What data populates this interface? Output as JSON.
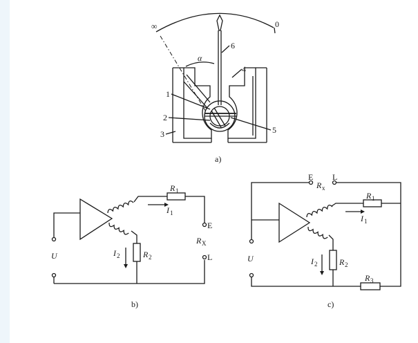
{
  "figure_a": {
    "label": "a)",
    "scale_infinity": "∞",
    "scale_zero": "0",
    "angle": "α",
    "parts": [
      "1",
      "2",
      "3",
      "4",
      "5",
      "6"
    ]
  },
  "figure_b": {
    "label": "b)",
    "R1": "R",
    "R1_sub": "1",
    "R2": "R",
    "R2_sub": "2",
    "I1": "I",
    "I1_sub": "1",
    "I2": "I",
    "I2_sub": "2",
    "U": "U",
    "E": "E",
    "L": "L",
    "Rx": "R",
    "Rx_sub": "X"
  },
  "figure_c": {
    "label": "c)",
    "E": "E",
    "Rx": "R",
    "Rx_sub": "x",
    "L": "L",
    "R1": "R",
    "R1_sub": "1",
    "R2": "R",
    "R2_sub": "2",
    "R3": "R",
    "R3_sub": "3",
    "I1": "I",
    "I1_sub": "1",
    "I2": "I",
    "I2_sub": "2",
    "U": "U"
  }
}
